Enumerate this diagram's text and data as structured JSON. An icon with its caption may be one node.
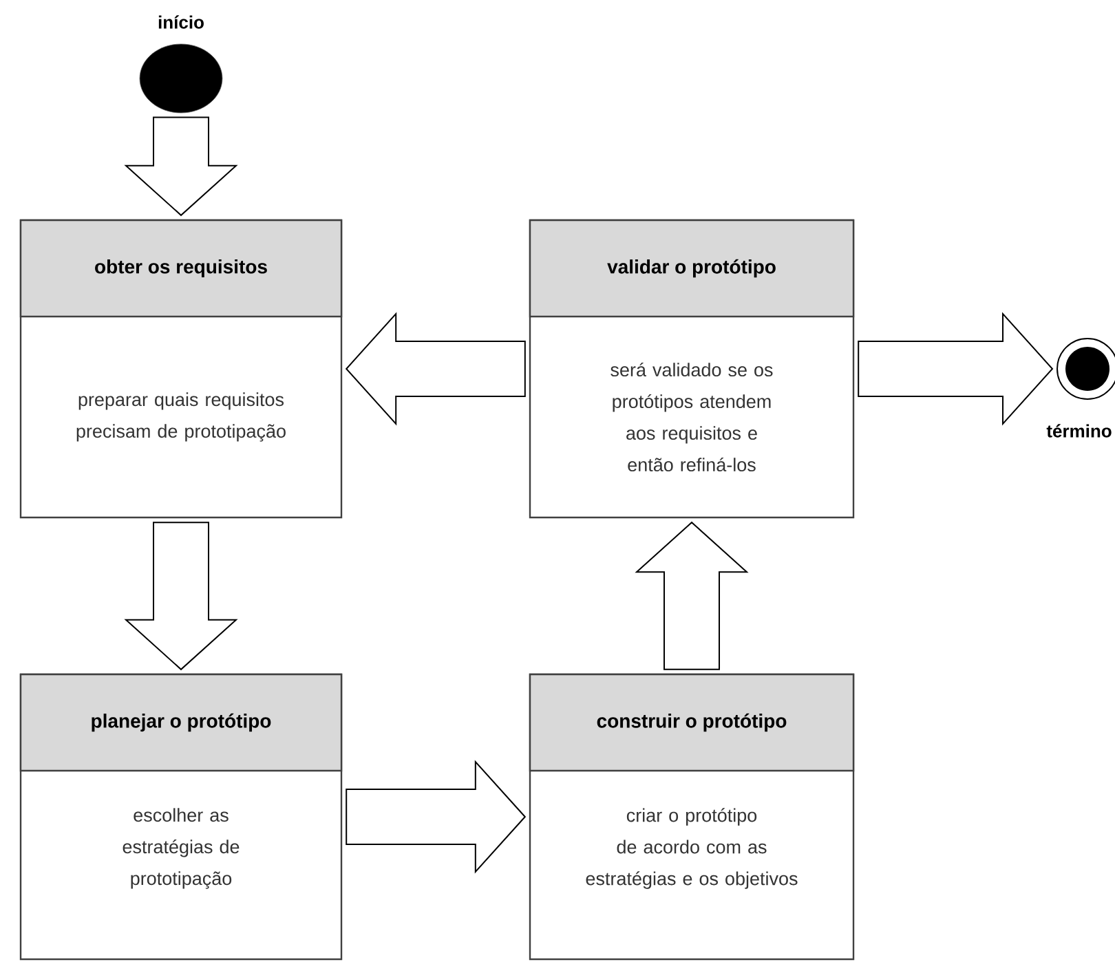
{
  "diagram": {
    "nodes": [
      {
        "text": [],
        "shape": "circle",
        "beside": [
          "início"
        ]
      },
      {
        "text": [
          "obter os requisitos",
          "preparar quais requisitos precisam de prototipação"
        ]
      },
      {
        "text": [
          "validar o protótipo",
          "será validado se os protótipos atendem aos requisitos e então refiná-los"
        ]
      },
      {
        "text": [
          "planejar o protótipo",
          "escolher as estratégias de prototipação"
        ]
      },
      {
        "text": [
          "construir o protótipo",
          "criar o protótipo de acordo com as estratégias e os objetivos"
        ]
      },
      {
        "text": [],
        "shape": "circle",
        "beside": [
          "término"
        ]
      }
    ],
    "edges": [
      {
        "from": 0,
        "to": 1,
        "arrow": "to"
      },
      {
        "from": 2,
        "to": 1,
        "arrow": "to"
      },
      {
        "from": 2,
        "to": 5,
        "arrow": "to"
      },
      {
        "from": 1,
        "to": 3,
        "arrow": "to"
      },
      {
        "from": 3,
        "to": 4,
        "arrow": "to"
      },
      {
        "from": 4,
        "to": 2,
        "arrow": "to"
      }
    ]
  }
}
